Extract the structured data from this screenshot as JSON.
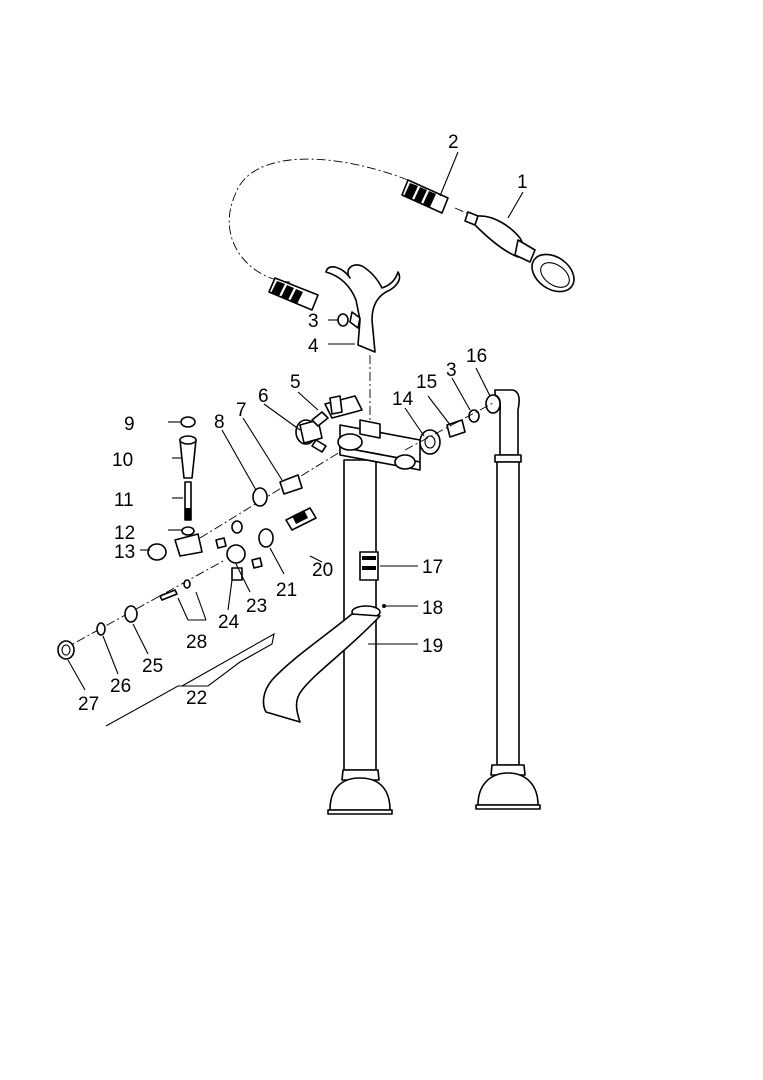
{
  "callouts": {
    "c1": "1",
    "c2": "2",
    "c3a": "3",
    "c3b": "3",
    "c4": "4",
    "c5": "5",
    "c6": "6",
    "c7": "7",
    "c8": "8",
    "c9": "9",
    "c10": "10",
    "c11": "11",
    "c12": "12",
    "c13": "13",
    "c14": "14",
    "c15": "15",
    "c16": "16",
    "c17": "17",
    "c18": "18",
    "c19": "19",
    "c20": "20",
    "c21": "21",
    "c22": "22",
    "c23": "23",
    "c24": "24",
    "c25": "25",
    "c26": "26",
    "c27": "27",
    "c28": "28"
  },
  "colors": {
    "line": "#000000",
    "background": "#ffffff"
  }
}
